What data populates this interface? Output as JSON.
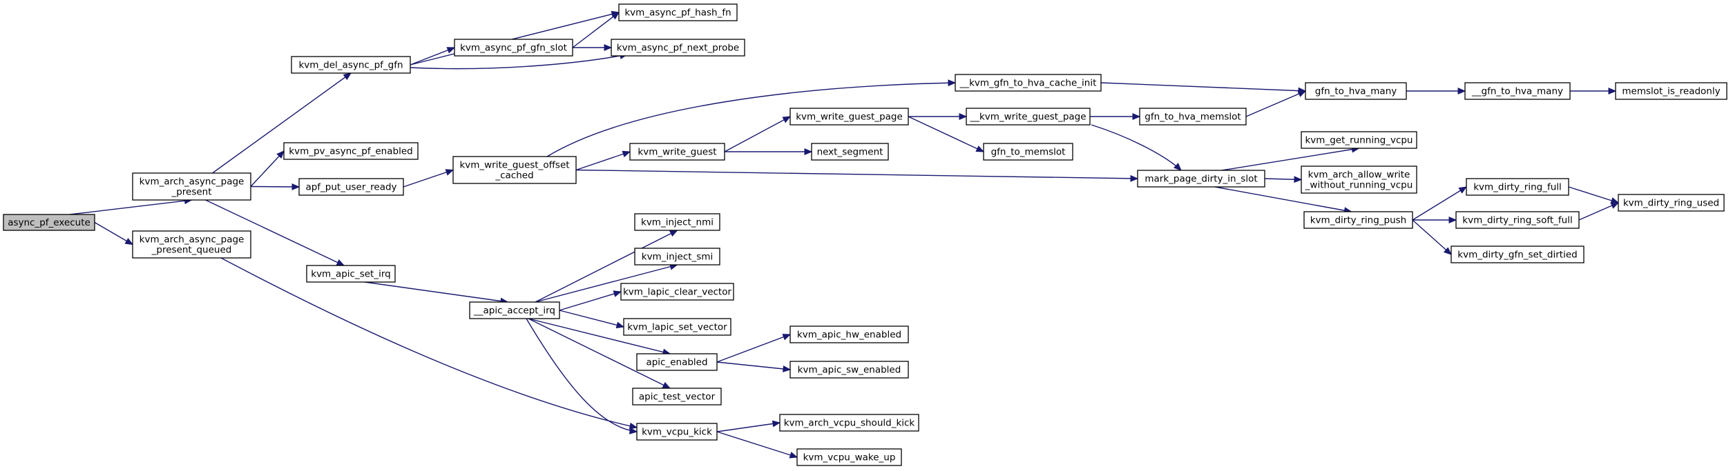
{
  "title": "",
  "colors": {
    "edge": "#191970",
    "root_fill": "#bfbfbf",
    "node_fill": "#ffffff",
    "node_stroke": "#000000"
  },
  "nodes": {
    "async_pf_execute": [
      "async_pf_execute"
    ],
    "kvm_arch_async_page_present": [
      "kvm_arch_async_page",
      "_present"
    ],
    "kvm_arch_async_page_present_queued": [
      "kvm_arch_async_page",
      "_present_queued"
    ],
    "kvm_del_async_pf_gfn": [
      "kvm_del_async_pf_gfn"
    ],
    "kvm_pv_async_pf_enabled": [
      "kvm_pv_async_pf_enabled"
    ],
    "apf_put_user_ready": [
      "apf_put_user_ready"
    ],
    "kvm_apic_set_irq": [
      "kvm_apic_set_irq"
    ],
    "kvm_async_pf_hash_fn": [
      "kvm_async_pf_hash_fn"
    ],
    "kvm_async_pf_gfn_slot": [
      "kvm_async_pf_gfn_slot"
    ],
    "kvm_async_pf_next_probe": [
      "kvm_async_pf_next_probe"
    ],
    "kvm_write_guest_offset_cached": [
      "kvm_write_guest_offset",
      "_cached"
    ],
    "__kvm_gfn_to_hva_cache_init": [
      "__kvm_gfn_to_hva_cache_init"
    ],
    "kvm_write_guest": [
      "kvm_write_guest"
    ],
    "kvm_write_guest_page": [
      "kvm_write_guest_page"
    ],
    "next_segment": [
      "next_segment"
    ],
    "__kvm_write_guest_page": [
      "__kvm_write_guest_page"
    ],
    "gfn_to_memslot": [
      "gfn_to_memslot"
    ],
    "gfn_to_hva_memslot": [
      "gfn_to_hva_memslot"
    ],
    "gfn_to_hva_many": [
      "gfn_to_hva_many"
    ],
    "__gfn_to_hva_many": [
      "__gfn_to_hva_many"
    ],
    "memslot_is_readonly": [
      "memslot_is_readonly"
    ],
    "mark_page_dirty_in_slot": [
      "mark_page_dirty_in_slot"
    ],
    "kvm_get_running_vcpu": [
      "kvm_get_running_vcpu"
    ],
    "kvm_arch_allow_write_without_running_vcpu": [
      "kvm_arch_allow_write",
      "_without_running_vcpu"
    ],
    "kvm_dirty_ring_push": [
      "kvm_dirty_ring_push"
    ],
    "kvm_dirty_ring_full": [
      "kvm_dirty_ring_full"
    ],
    "kvm_dirty_ring_soft_full": [
      "kvm_dirty_ring_soft_full"
    ],
    "kvm_dirty_ring_used": [
      "kvm_dirty_ring_used"
    ],
    "kvm_dirty_gfn_set_dirtied": [
      "kvm_dirty_gfn_set_dirtied"
    ],
    "__apic_accept_irq": [
      "__apic_accept_irq"
    ],
    "kvm_inject_nmi": [
      "kvm_inject_nmi"
    ],
    "kvm_inject_smi": [
      "kvm_inject_smi"
    ],
    "kvm_lapic_clear_vector": [
      "kvm_lapic_clear_vector"
    ],
    "kvm_lapic_set_vector": [
      "kvm_lapic_set_vector"
    ],
    "apic_enabled": [
      "apic_enabled"
    ],
    "apic_test_vector": [
      "apic_test_vector"
    ],
    "kvm_vcpu_kick": [
      "kvm_vcpu_kick"
    ],
    "kvm_apic_hw_enabled": [
      "kvm_apic_hw_enabled"
    ],
    "kvm_apic_sw_enabled": [
      "kvm_apic_sw_enabled"
    ],
    "kvm_arch_vcpu_should_kick": [
      "kvm_arch_vcpu_should_kick"
    ],
    "kvm_vcpu_wake_up": [
      "kvm_vcpu_wake_up"
    ]
  },
  "root": "async_pf_execute",
  "edges": [
    [
      "async_pf_execute",
      "kvm_arch_async_page_present"
    ],
    [
      "async_pf_execute",
      "kvm_arch_async_page_present_queued"
    ],
    [
      "kvm_arch_async_page_present",
      "kvm_del_async_pf_gfn"
    ],
    [
      "kvm_arch_async_page_present",
      "kvm_pv_async_pf_enabled"
    ],
    [
      "kvm_arch_async_page_present",
      "apf_put_user_ready"
    ],
    [
      "kvm_arch_async_page_present",
      "kvm_apic_set_irq"
    ],
    [
      "kvm_arch_async_page_present_queued",
      "kvm_vcpu_kick"
    ],
    [
      "kvm_del_async_pf_gfn",
      "kvm_async_pf_hash_fn"
    ],
    [
      "kvm_del_async_pf_gfn",
      "kvm_async_pf_gfn_slot"
    ],
    [
      "kvm_del_async_pf_gfn",
      "kvm_async_pf_next_probe"
    ],
    [
      "kvm_async_pf_gfn_slot",
      "kvm_async_pf_hash_fn"
    ],
    [
      "kvm_async_pf_gfn_slot",
      "kvm_async_pf_next_probe"
    ],
    [
      "apf_put_user_ready",
      "kvm_write_guest_offset_cached"
    ],
    [
      "kvm_write_guest_offset_cached",
      "__kvm_gfn_to_hva_cache_init"
    ],
    [
      "kvm_write_guest_offset_cached",
      "kvm_write_guest"
    ],
    [
      "kvm_write_guest_offset_cached",
      "mark_page_dirty_in_slot"
    ],
    [
      "__kvm_gfn_to_hva_cache_init",
      "gfn_to_hva_many"
    ],
    [
      "kvm_write_guest",
      "kvm_write_guest_page"
    ],
    [
      "kvm_write_guest",
      "next_segment"
    ],
    [
      "kvm_write_guest_page",
      "__kvm_write_guest_page"
    ],
    [
      "kvm_write_guest_page",
      "gfn_to_memslot"
    ],
    [
      "__kvm_write_guest_page",
      "gfn_to_hva_memslot"
    ],
    [
      "__kvm_write_guest_page",
      "mark_page_dirty_in_slot"
    ],
    [
      "gfn_to_hva_memslot",
      "gfn_to_hva_many"
    ],
    [
      "gfn_to_hva_many",
      "__gfn_to_hva_many"
    ],
    [
      "__gfn_to_hva_many",
      "memslot_is_readonly"
    ],
    [
      "mark_page_dirty_in_slot",
      "kvm_get_running_vcpu"
    ],
    [
      "mark_page_dirty_in_slot",
      "kvm_arch_allow_write_without_running_vcpu"
    ],
    [
      "mark_page_dirty_in_slot",
      "kvm_dirty_ring_push"
    ],
    [
      "kvm_dirty_ring_push",
      "kvm_dirty_ring_full"
    ],
    [
      "kvm_dirty_ring_push",
      "kvm_dirty_ring_soft_full"
    ],
    [
      "kvm_dirty_ring_push",
      "kvm_dirty_gfn_set_dirtied"
    ],
    [
      "kvm_dirty_ring_full",
      "kvm_dirty_ring_used"
    ],
    [
      "kvm_dirty_ring_soft_full",
      "kvm_dirty_ring_used"
    ],
    [
      "kvm_apic_set_irq",
      "__apic_accept_irq"
    ],
    [
      "__apic_accept_irq",
      "kvm_inject_nmi"
    ],
    [
      "__apic_accept_irq",
      "kvm_inject_smi"
    ],
    [
      "__apic_accept_irq",
      "kvm_lapic_clear_vector"
    ],
    [
      "__apic_accept_irq",
      "kvm_lapic_set_vector"
    ],
    [
      "__apic_accept_irq",
      "apic_enabled"
    ],
    [
      "__apic_accept_irq",
      "apic_test_vector"
    ],
    [
      "__apic_accept_irq",
      "kvm_vcpu_kick"
    ],
    [
      "apic_enabled",
      "kvm_apic_hw_enabled"
    ],
    [
      "apic_enabled",
      "kvm_apic_sw_enabled"
    ],
    [
      "kvm_vcpu_kick",
      "kvm_arch_vcpu_should_kick"
    ],
    [
      "kvm_vcpu_kick",
      "kvm_vcpu_wake_up"
    ]
  ]
}
